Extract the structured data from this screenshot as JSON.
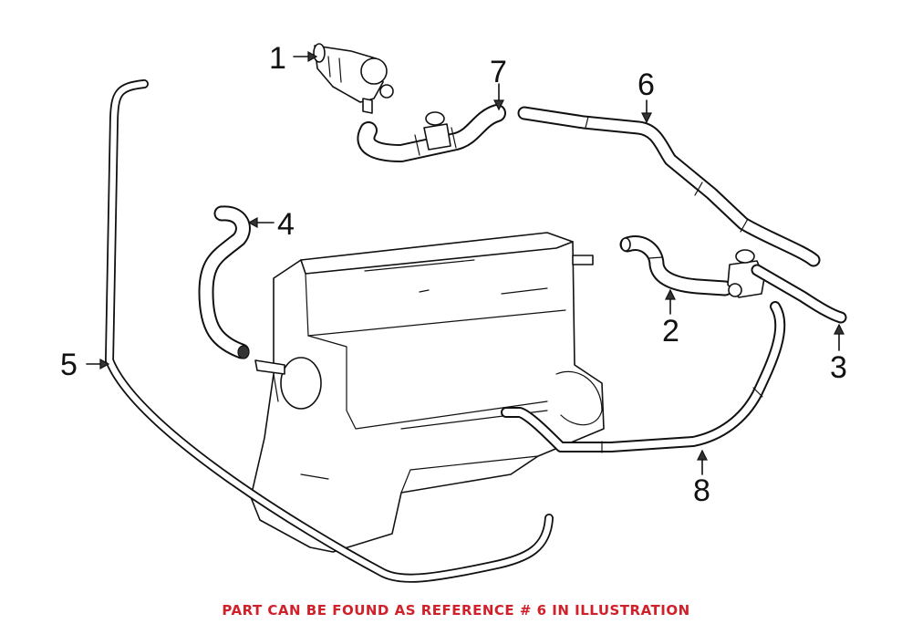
{
  "diagram": {
    "callouts": [
      {
        "id": "1",
        "text": "1"
      },
      {
        "id": "2",
        "text": "2"
      },
      {
        "id": "3",
        "text": "3"
      },
      {
        "id": "4",
        "text": "4"
      },
      {
        "id": "5",
        "text": "5"
      },
      {
        "id": "6",
        "text": "6"
      },
      {
        "id": "7",
        "text": "7"
      },
      {
        "id": "8",
        "text": "8"
      }
    ],
    "caption": "PART CAN BE FOUND AS REFERENCE # 6 IN ILLUSTRATION",
    "colors": {
      "caption": "#d0202a",
      "linework": "#111111",
      "background": "#ffffff"
    }
  }
}
